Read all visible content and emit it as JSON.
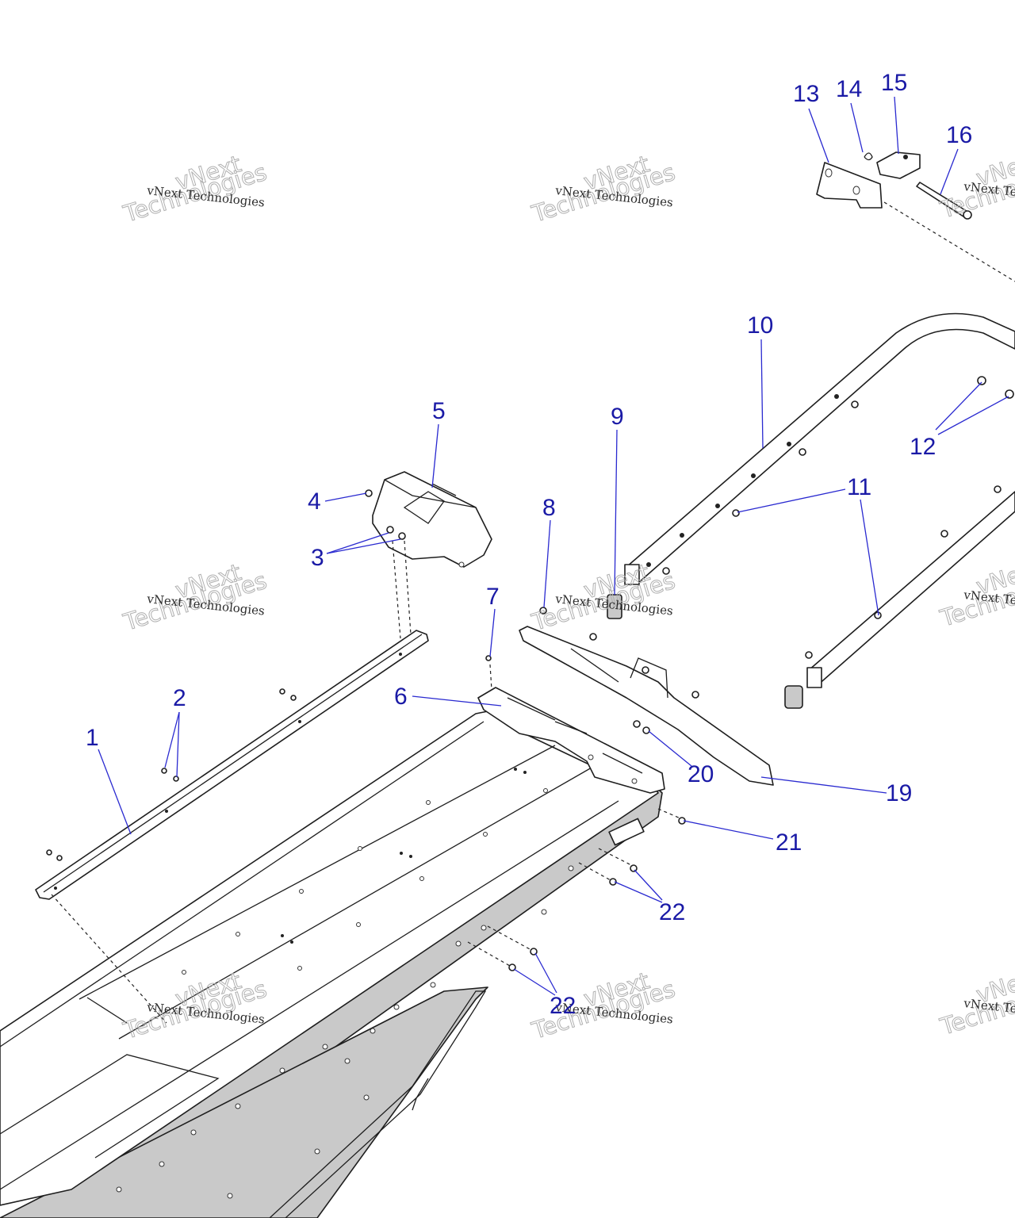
{
  "watermark": {
    "small": "vNext Technologies",
    "big_line1": "vNext",
    "big_line2": "Technologies"
  },
  "callouts": [
    {
      "id": "1",
      "label": "1"
    },
    {
      "id": "2",
      "label": "2"
    },
    {
      "id": "3",
      "label": "3"
    },
    {
      "id": "4",
      "label": "4"
    },
    {
      "id": "5",
      "label": "5"
    },
    {
      "id": "6",
      "label": "6"
    },
    {
      "id": "7",
      "label": "7"
    },
    {
      "id": "8",
      "label": "8"
    },
    {
      "id": "9",
      "label": "9"
    },
    {
      "id": "10",
      "label": "10"
    },
    {
      "id": "11",
      "label": "11"
    },
    {
      "id": "12",
      "label": "12"
    },
    {
      "id": "13",
      "label": "13"
    },
    {
      "id": "14",
      "label": "14"
    },
    {
      "id": "15",
      "label": "15"
    },
    {
      "id": "16",
      "label": "16"
    },
    {
      "id": "19",
      "label": "19"
    },
    {
      "id": "20",
      "label": "20"
    },
    {
      "id": "21",
      "label": "21"
    },
    {
      "id": "22a",
      "label": "22"
    },
    {
      "id": "22b",
      "label": "22"
    }
  ],
  "colors": {
    "callout_text": "#1a1aa6",
    "leader_line": "#2a2ad0",
    "part_outline": "#1e1e1e",
    "shaded_surface": "#c9c9c9",
    "watermark": "#b0b0b0"
  }
}
